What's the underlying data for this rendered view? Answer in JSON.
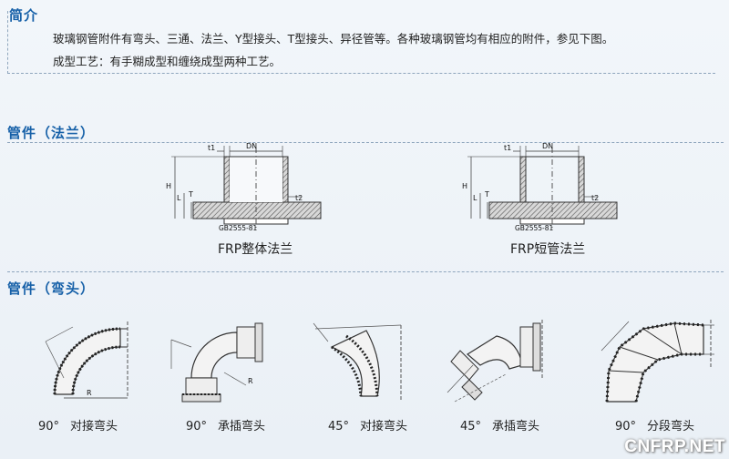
{
  "intro": {
    "title": "简介",
    "line1": "玻璃钢管附件有弯头、三通、法兰、Y型接头、T型接头、异径管等。各种玻璃钢管均有相应的附件，参见下图。",
    "line2": "成型工艺：有手糊成型和缠绕成型两种工艺。"
  },
  "flange": {
    "title": "管件（法兰）",
    "items": [
      {
        "caption": "FRP整体法兰",
        "labels": {
          "t1": "t1",
          "dn": "DN",
          "h": "H",
          "l": "L",
          "t": "T",
          "t2": "t2",
          "std": "GB2555-81"
        }
      },
      {
        "caption": "FRP短管法兰",
        "labels": {
          "t1": "t1",
          "dn": "DN",
          "h": "H",
          "l": "L",
          "t": "T",
          "t2": "t2",
          "std": "GB2555-81"
        }
      }
    ]
  },
  "elbow": {
    "title": "管件（弯头）",
    "items": [
      {
        "angle": "90°",
        "name": "对接弯头",
        "dim": "R"
      },
      {
        "angle": "90°",
        "name": "承插弯头",
        "dim": "R"
      },
      {
        "angle": "45°",
        "name": "对接弯头"
      },
      {
        "angle": "45°",
        "name": "承插弯头"
      },
      {
        "angle": "90°",
        "name": "分段弯头"
      }
    ]
  },
  "watermark": "CNFRP.NET"
}
